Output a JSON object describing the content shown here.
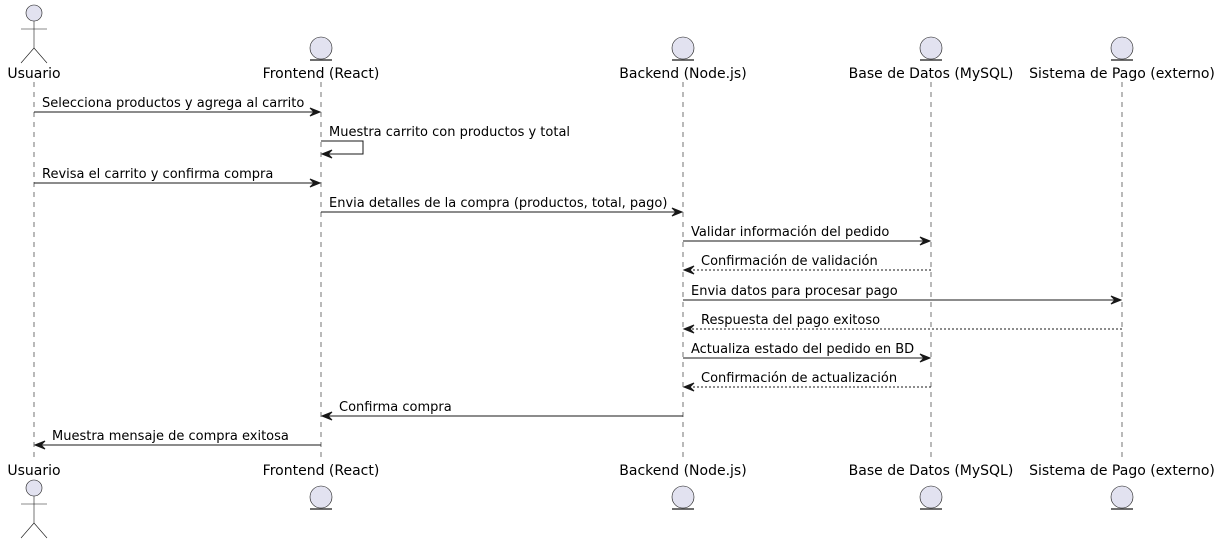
{
  "participants": [
    {
      "id": "usuario",
      "name": "Usuario",
      "kind": "actor"
    },
    {
      "id": "frontend",
      "name": "Frontend (React)",
      "kind": "entity"
    },
    {
      "id": "backend",
      "name": "Backend (Node.js)",
      "kind": "entity"
    },
    {
      "id": "db",
      "name": "Base de Datos (MySQL)",
      "kind": "entity"
    },
    {
      "id": "pago",
      "name": "Sistema de Pago (externo)",
      "kind": "entity"
    }
  ],
  "messages": [
    {
      "from": "usuario",
      "to": "frontend",
      "label": "Selecciona productos y agrega al carrito",
      "style": "solid"
    },
    {
      "from": "frontend",
      "to": "frontend",
      "label": "Muestra carrito con productos y total",
      "style": "solid"
    },
    {
      "from": "usuario",
      "to": "frontend",
      "label": "Revisa el carrito y confirma compra",
      "style": "solid"
    },
    {
      "from": "frontend",
      "to": "backend",
      "label": "Envia detalles de la compra (productos, total, pago)",
      "style": "solid"
    },
    {
      "from": "backend",
      "to": "db",
      "label": "Validar información del pedido",
      "style": "solid"
    },
    {
      "from": "db",
      "to": "backend",
      "label": "Confirmación de validación",
      "style": "dashed"
    },
    {
      "from": "backend",
      "to": "pago",
      "label": "Envia datos para procesar pago",
      "style": "solid"
    },
    {
      "from": "pago",
      "to": "backend",
      "label": "Respuesta del pago exitoso",
      "style": "dashed"
    },
    {
      "from": "backend",
      "to": "db",
      "label": "Actualiza estado del pedido en BD",
      "style": "solid"
    },
    {
      "from": "db",
      "to": "backend",
      "label": "Confirmación de actualización",
      "style": "dashed"
    },
    {
      "from": "backend",
      "to": "frontend",
      "label": "Confirma compra",
      "style": "solid"
    },
    {
      "from": "frontend",
      "to": "usuario",
      "label": "Muestra mensaje de compra exitosa",
      "style": "solid"
    }
  ]
}
